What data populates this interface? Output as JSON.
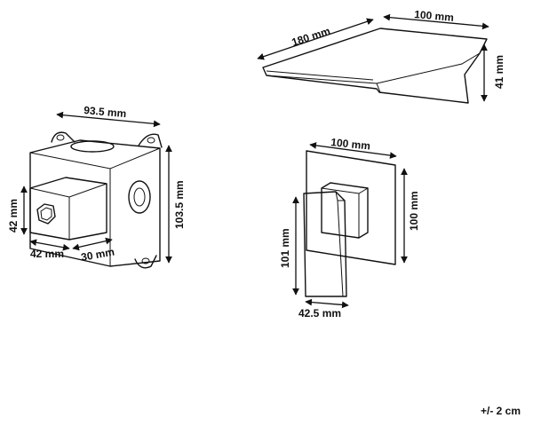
{
  "dimensions": {
    "spout_length": "180 mm",
    "spout_depth": "100 mm",
    "spout_height": "41 mm",
    "box_width": "93.5 mm",
    "box_height": "103.5 mm",
    "box_port_h": "42 mm",
    "box_port_w": "42 mm",
    "box_depth": "30 mm",
    "mixer_plate_width": "100 mm",
    "mixer_plate_height": "100 mm",
    "mixer_handle_height": "101 mm",
    "mixer_handle_width": "42.5 mm"
  },
  "tolerance": "+/- 2 cm",
  "colors": {
    "line": "#111111",
    "background": "#ffffff"
  }
}
